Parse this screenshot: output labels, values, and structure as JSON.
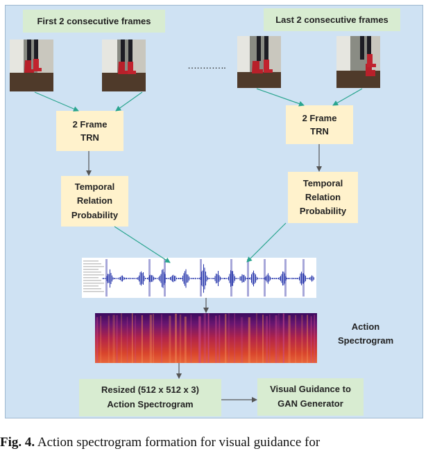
{
  "top_labels": {
    "first": "First 2 consecutive frames",
    "last": "Last 2 consecutive frames"
  },
  "ellipsis": "………….",
  "trn_left": [
    "2 Frame",
    "TRN"
  ],
  "trn_right": [
    "2 Frame",
    "TRN"
  ],
  "prob_left": [
    "Temporal",
    "Relation",
    "Probability"
  ],
  "prob_right": [
    "Temporal",
    "Relation",
    "Probability"
  ],
  "spectrogram_label": [
    "Action",
    "Spectrogram"
  ],
  "resized_box": [
    "Resized (512 x 512 x 3)",
    "Action Spectrogram"
  ],
  "guidance_box": [
    "Visual Guidance to",
    "GAN Generator"
  ],
  "caption": {
    "prefix": "Fig. 4.",
    "text": "Action spectrogram formation for visual guidance for"
  },
  "colors": {
    "panel_bg": "#cfe2f3",
    "label_green": "#d8ecd1",
    "box_yellow": "#fff2cc",
    "arrow_teal": "#2aa58f",
    "arrow_gray": "#555555",
    "waveform_blue": "#1f2fa8"
  }
}
